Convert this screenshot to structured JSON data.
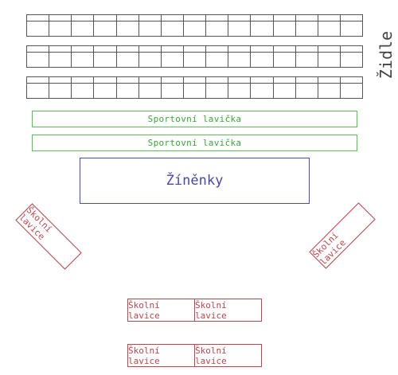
{
  "chairs": {
    "label": "Židle",
    "rows": [
      {
        "cells": 15
      },
      {
        "cells": 15
      },
      {
        "cells": 15
      }
    ]
  },
  "benches": [
    {
      "label": "Sportovní lavička"
    },
    {
      "label": "Sportovní lavička"
    }
  ],
  "mat": {
    "label": "Žíněnky"
  },
  "school_desks": {
    "left_rotated": {
      "label": "Školní lavice"
    },
    "right_rotated": {
      "label": "Školní lavice"
    },
    "pairs": [
      {
        "left": "Školní lavice",
        "right": "Školní lavice"
      },
      {
        "left": "Školní lavice",
        "right": "Školní lavice"
      }
    ]
  },
  "colors": {
    "chairs": "#555555",
    "benches": "#55c255",
    "mat": "#4a4aa8",
    "desks": "#b8474d"
  }
}
